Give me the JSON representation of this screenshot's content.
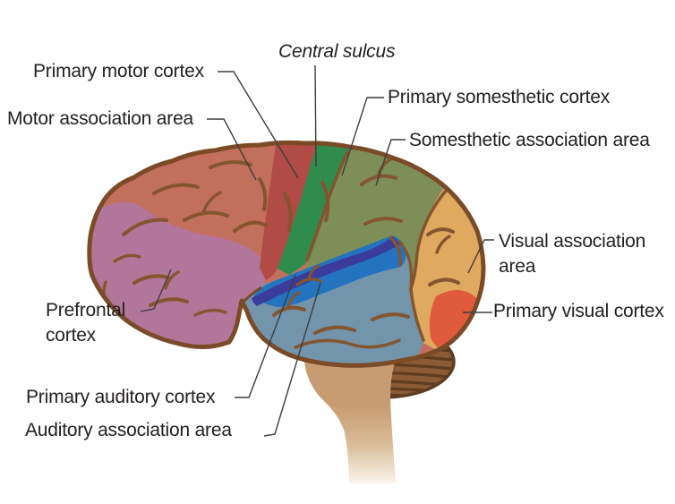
{
  "figure": {
    "type": "brain-functional-areas-diagram",
    "background": "#ffffff",
    "text_color": "#231F20",
    "leader_line_color": "#3d3d3d"
  },
  "labels": {
    "central_sulcus": {
      "text": "Central sulcus"
    },
    "primary_motor": {
      "text": "Primary motor cortex"
    },
    "motor_association": {
      "text": "Motor association area"
    },
    "primary_somesthetic": {
      "text": "Primary somesthetic cortex"
    },
    "somesthetic_association": {
      "text": "Somesthetic association area"
    },
    "visual_association": {
      "text": "Visual association\narea"
    },
    "primary_visual": {
      "text": "Primary visual cortex"
    },
    "prefrontal": {
      "text": "Prefrontal\ncortex"
    },
    "primary_auditory": {
      "text": "Primary auditory cortex"
    },
    "auditory_association": {
      "text": "Auditory association area"
    }
  },
  "regions": {
    "motor_association": {
      "name": "Motor association area",
      "color": "#C36F5E"
    },
    "primary_motor": {
      "name": "Primary motor cortex",
      "color": "#B04B46"
    },
    "primary_somesthetic": {
      "name": "Primary somesthetic cortex",
      "color": "#2F8C4D"
    },
    "somesthetic_association": {
      "name": "Somesthetic association area",
      "color": "#7E8E59"
    },
    "prefrontal": {
      "name": "Prefrontal cortex",
      "color": "#B2769B"
    },
    "visual_association": {
      "name": "Visual association area",
      "color": "#DFA960"
    },
    "primary_visual": {
      "name": "Primary visual cortex",
      "color": "#E05B3B"
    },
    "temporal_lobe": {
      "name": "Temporal lobe (unlabeled)",
      "color": "#7295AC"
    },
    "auditory_association": {
      "name": "Auditory association area",
      "color": "#2373BF"
    },
    "primary_auditory": {
      "name": "Primary auditory cortex",
      "color": "#3A3B9B"
    },
    "cerebellum": {
      "name": "Cerebellum (unlabeled)",
      "color": "#8A5B35",
      "stripe": "#5E3C20"
    },
    "brainstem": {
      "name": "Brainstem (unlabeled)",
      "color": "#C89C72"
    },
    "outline": {
      "color": "#7B4A26"
    },
    "sulci": {
      "color": "#84552F"
    }
  }
}
